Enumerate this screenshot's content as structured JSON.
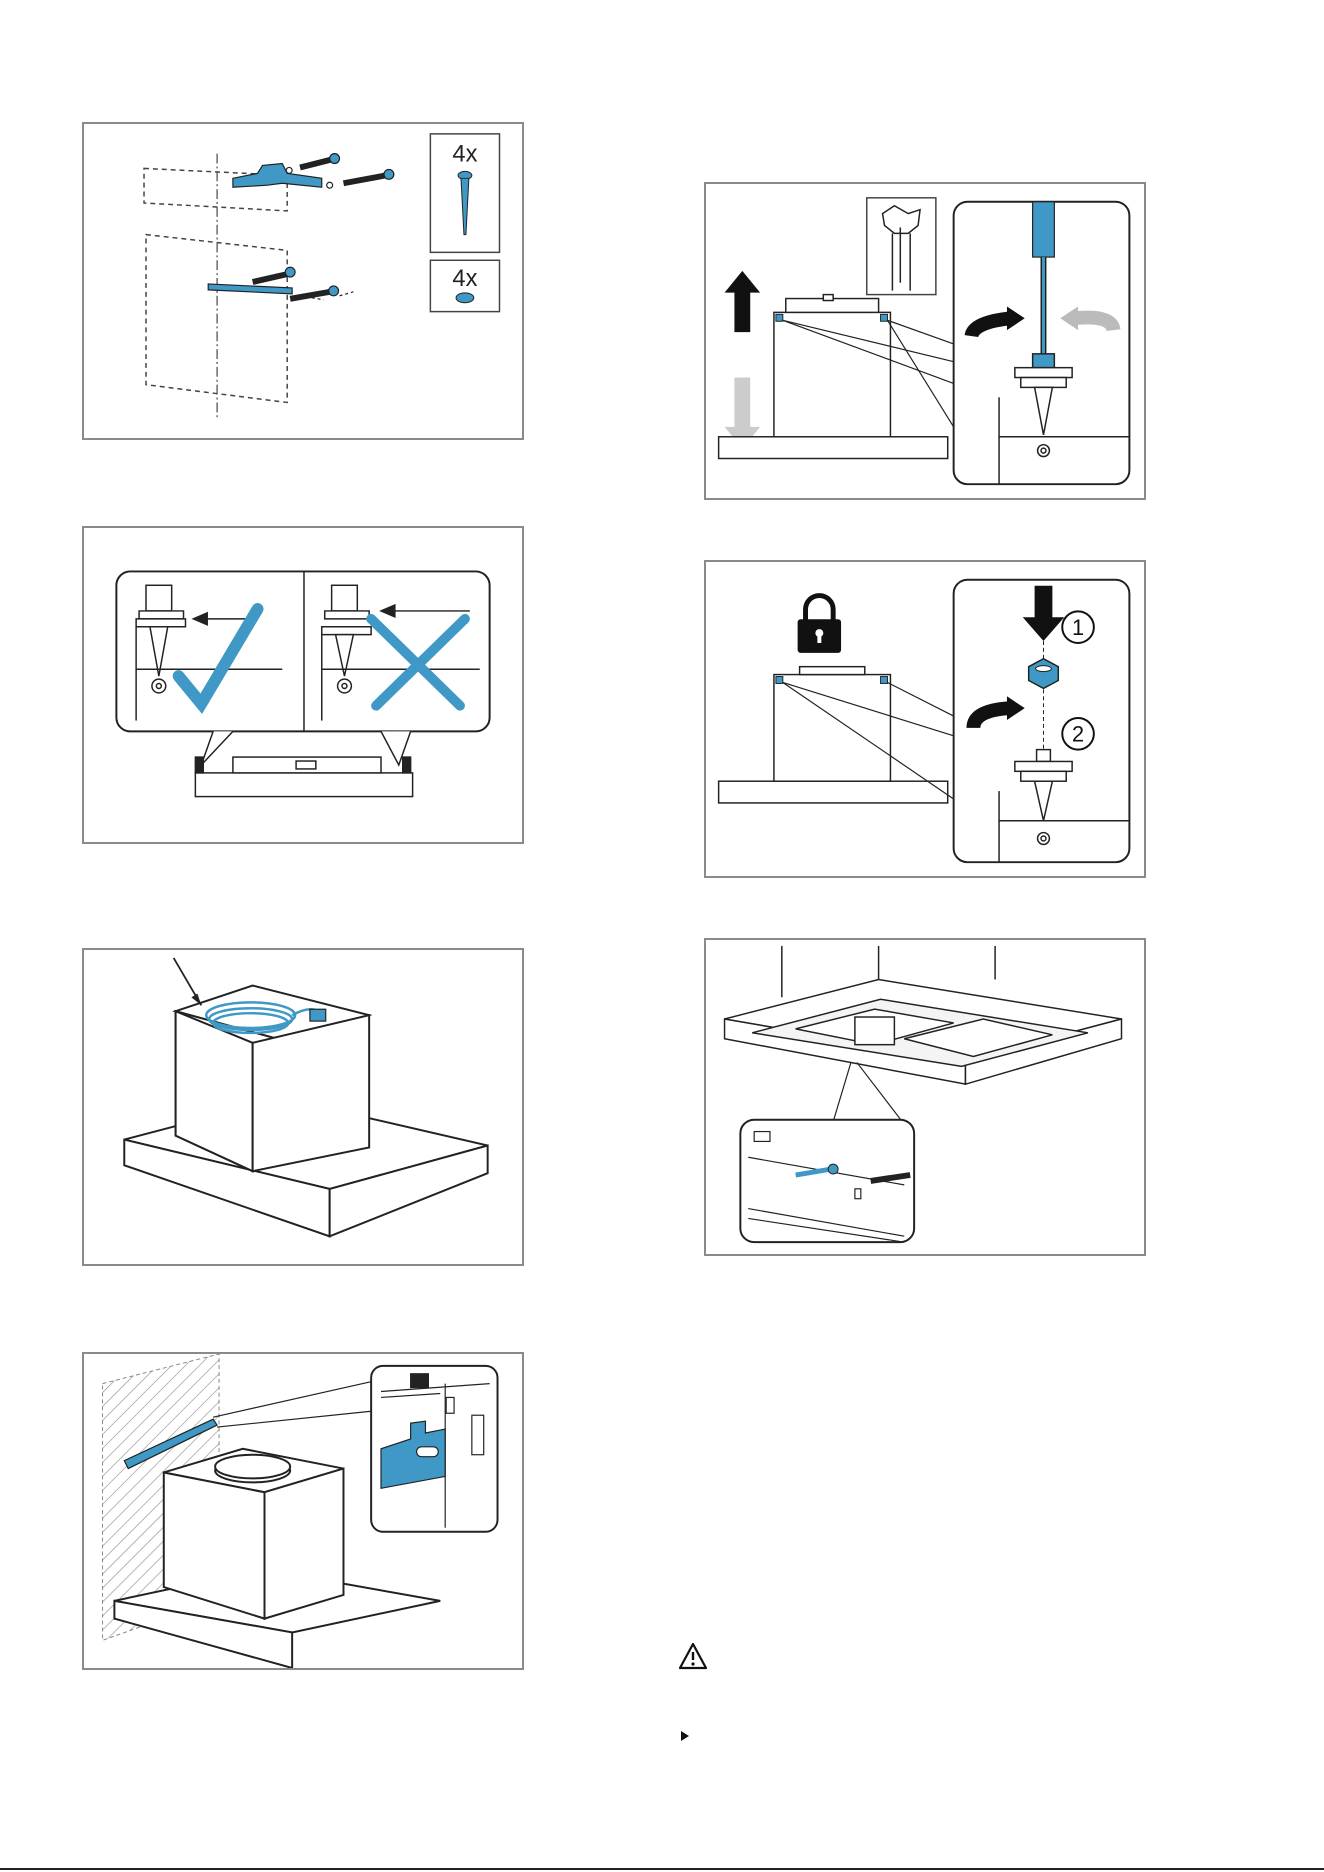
{
  "fig1": {
    "screw_qty": "4x",
    "washer_qty": "4x"
  },
  "fig6": {
    "step1": "1",
    "step2": "2"
  },
  "colors": {
    "accent": "#3f98c6",
    "frame": "#8a8a8a",
    "line": "#222222"
  },
  "icons": [
    "warning-icon",
    "bullet-arrow-icon",
    "padlock-icon",
    "torx-bit-icon",
    "check-icon",
    "cross-icon"
  ]
}
